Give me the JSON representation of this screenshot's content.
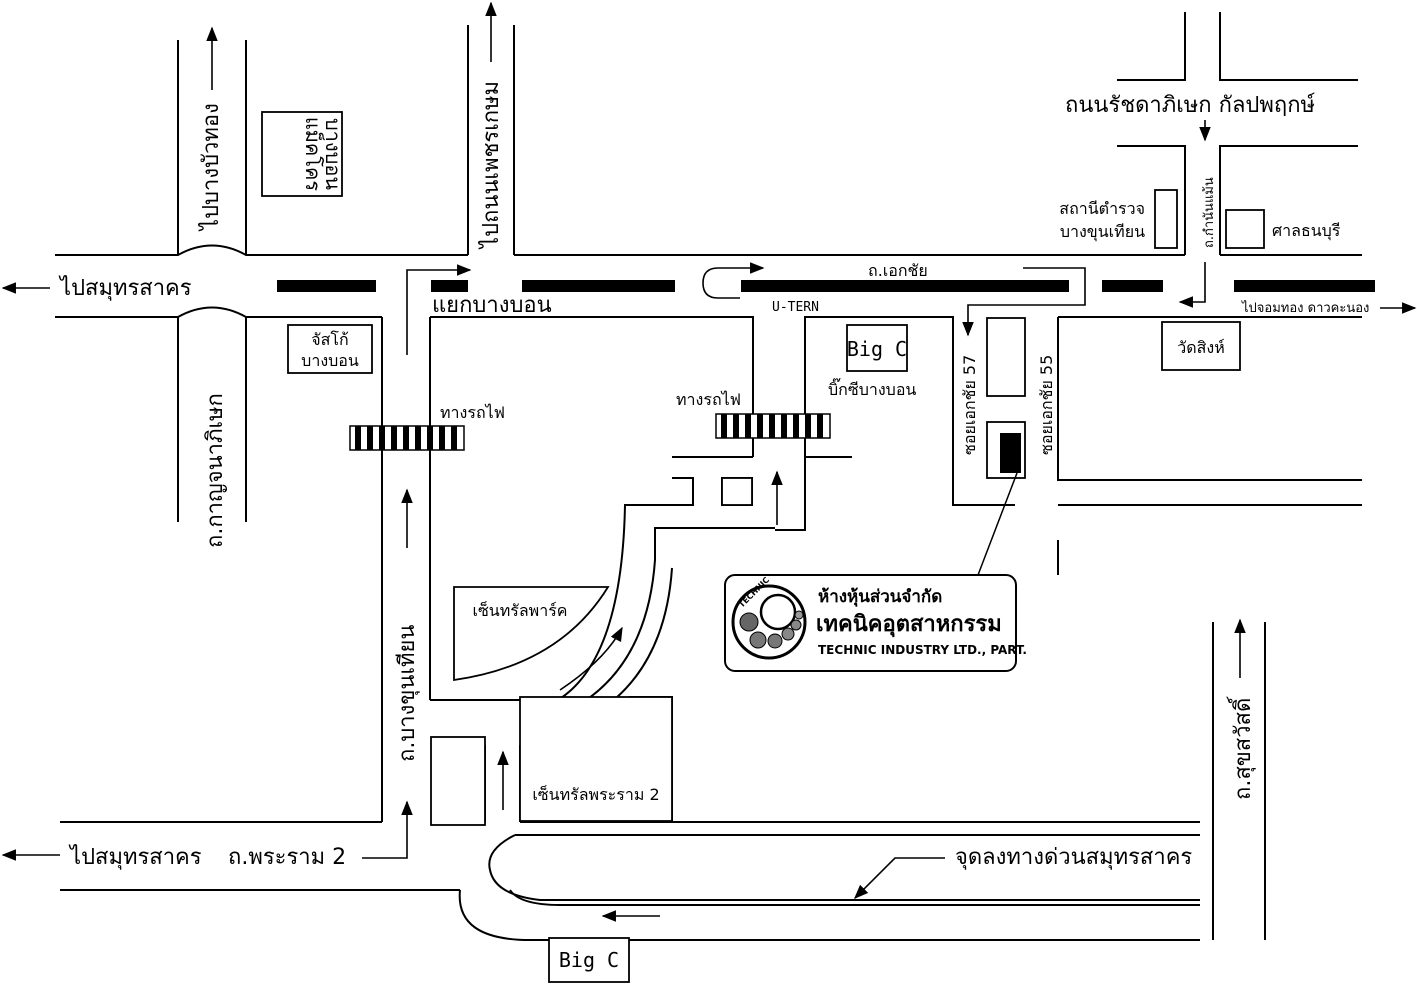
{
  "labels": {
    "to_samut_sakhon_top": "ไปสมุทรสาคร",
    "to_bang_bua_thong": "ไปบางบัวทอง",
    "to_phet_kasem": "ไปถนนเพชรเกษม",
    "kanchanaphisek_rd": "ถ.กาญจนาภิเษก",
    "bangbon_junction": "แยกบางบอน",
    "ekkachai_rd": "ถ.เอกชัย",
    "u_turn": "U-TERN",
    "ratchadaphisek_rd": "ถนนรัชดาภิเษก กัลปพฤกษ์",
    "kamnan_maen_rd": "ถ.กำนันแม้น",
    "to_chom_thong": "ไปจอมทอง ดาวคะนอง",
    "railway_left": "ทางรถไฟ",
    "railway_right": "ทางรถไฟ",
    "bang_khun_thian_rd": "ถ.บางขุนเทียน",
    "soi_ekkachai_57": "ซอยเอกชัย 57",
    "soi_ekkachai_55": "ซอยเอกชัย 55",
    "suksawat_rd": "ถ.สุขสวัสดิ์",
    "to_samut_sakhon_bottom": "ไปสมุทรสาคร",
    "rama2_rd": "ถ.พระราม 2",
    "expressway_exit": "จุดลงทางด่วนสมุทรสาคร",
    "bigc_bangbon": "บิ๊กซีบางบอน"
  },
  "landmarks": {
    "makro_line1": "แม็คโคร",
    "makro_line2": "บางบอน",
    "jusco_line1": "จัสโก้",
    "jusco_line2": "บางบอน",
    "police_line1": "สถานีตำรวจ",
    "police_line2": "บางขุนเทียน",
    "court": "ศาลธนบุรี",
    "wat_sing": "วัดสิงห์",
    "bigc_top": "Big C",
    "bigc_bottom": "Big C",
    "central_park": "เซ็นทรัลพาร์ค",
    "central_rama2": "เซ็นทรัลพระราม 2"
  },
  "company": {
    "type_th": "ห้างหุ้นส่วนจำกัด",
    "name_th": "เทคนิคอุตสาหกรรม",
    "name_en": "TECHNIC INDUSTRY LTD., PART.",
    "logo_text": "TECHNIC"
  }
}
